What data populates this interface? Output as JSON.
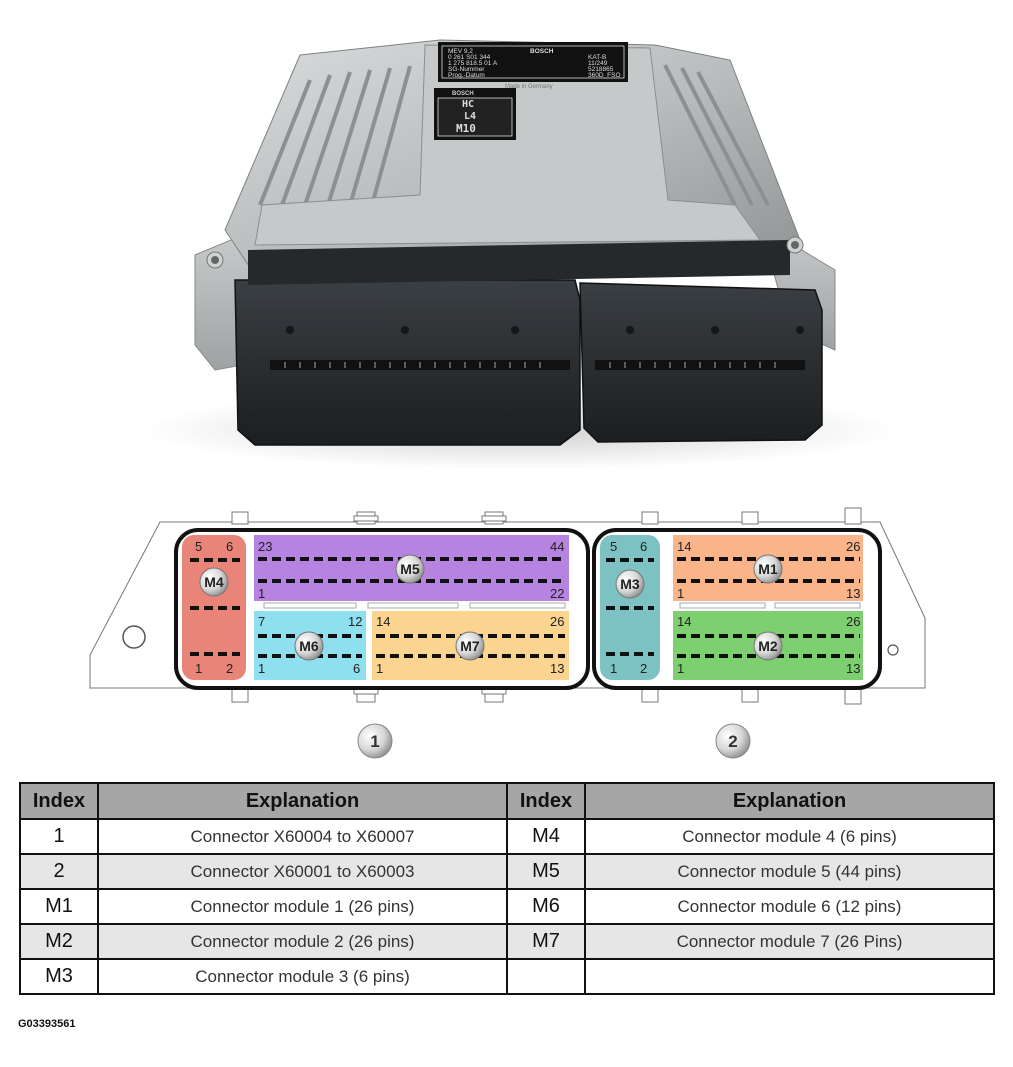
{
  "ecu_label": {
    "top": [
      "MEV 9.2",
      "0 261 S01 344",
      "1 275 818.5 01 A",
      "SG-Nummer",
      "Prog.-Datum"
    ],
    "top_right": [
      "KAT-B",
      "11/249",
      "",
      "5218865",
      "360D_FSO"
    ],
    "brand": "BOSCH",
    "made_in": "Made in Germany",
    "sub_label": [
      "HC",
      "L4",
      "M10"
    ]
  },
  "connectors": [
    {
      "index": "1"
    },
    {
      "index": "2"
    }
  ],
  "modules": {
    "M1": {
      "label": "M1",
      "pins": [
        "14",
        "26",
        "1",
        "13"
      ],
      "color": "#f9b48a"
    },
    "M2": {
      "label": "M2",
      "pins": [
        "14",
        "26",
        "1",
        "13"
      ],
      "color": "#7ecf6f"
    },
    "M3": {
      "label": "M3",
      "pins": [
        "5",
        "6",
        "1",
        "2"
      ],
      "color": "#7cc2c2"
    },
    "M4": {
      "label": "M4",
      "pins": [
        "5",
        "6",
        "1",
        "2"
      ],
      "color": "#e98578"
    },
    "M5": {
      "label": "M5",
      "pins": [
        "23",
        "44",
        "1",
        "22"
      ],
      "color": "#b683e0"
    },
    "M6": {
      "label": "M6",
      "pins": [
        "7",
        "12",
        "1",
        "6"
      ],
      "color": "#8ee0ef"
    },
    "M7": {
      "label": "M7",
      "pins": [
        "14",
        "26",
        "1",
        "13"
      ],
      "color": "#fbd48f"
    }
  },
  "table": {
    "headers": [
      "Index",
      "Explanation",
      "Index",
      "Explanation"
    ],
    "rows": [
      [
        "1",
        "Connector X60004 to X60007",
        "M4",
        "Connector module 4 (6 pins)"
      ],
      [
        "2",
        "Connector X60001 to X60003",
        "M5",
        "Connector module 5 (44 pins)"
      ],
      [
        "M1",
        "Connector module 1 (26 pins)",
        "M6",
        "Connector module 6 (12 pins)"
      ],
      [
        "M2",
        "Connector module 2 (26 pins)",
        "M7",
        "Connector module 7 (26 Pins)"
      ],
      [
        "M3",
        "Connector module 3 (6 pins)",
        "",
        ""
      ]
    ]
  },
  "figure_id": "G03393561"
}
